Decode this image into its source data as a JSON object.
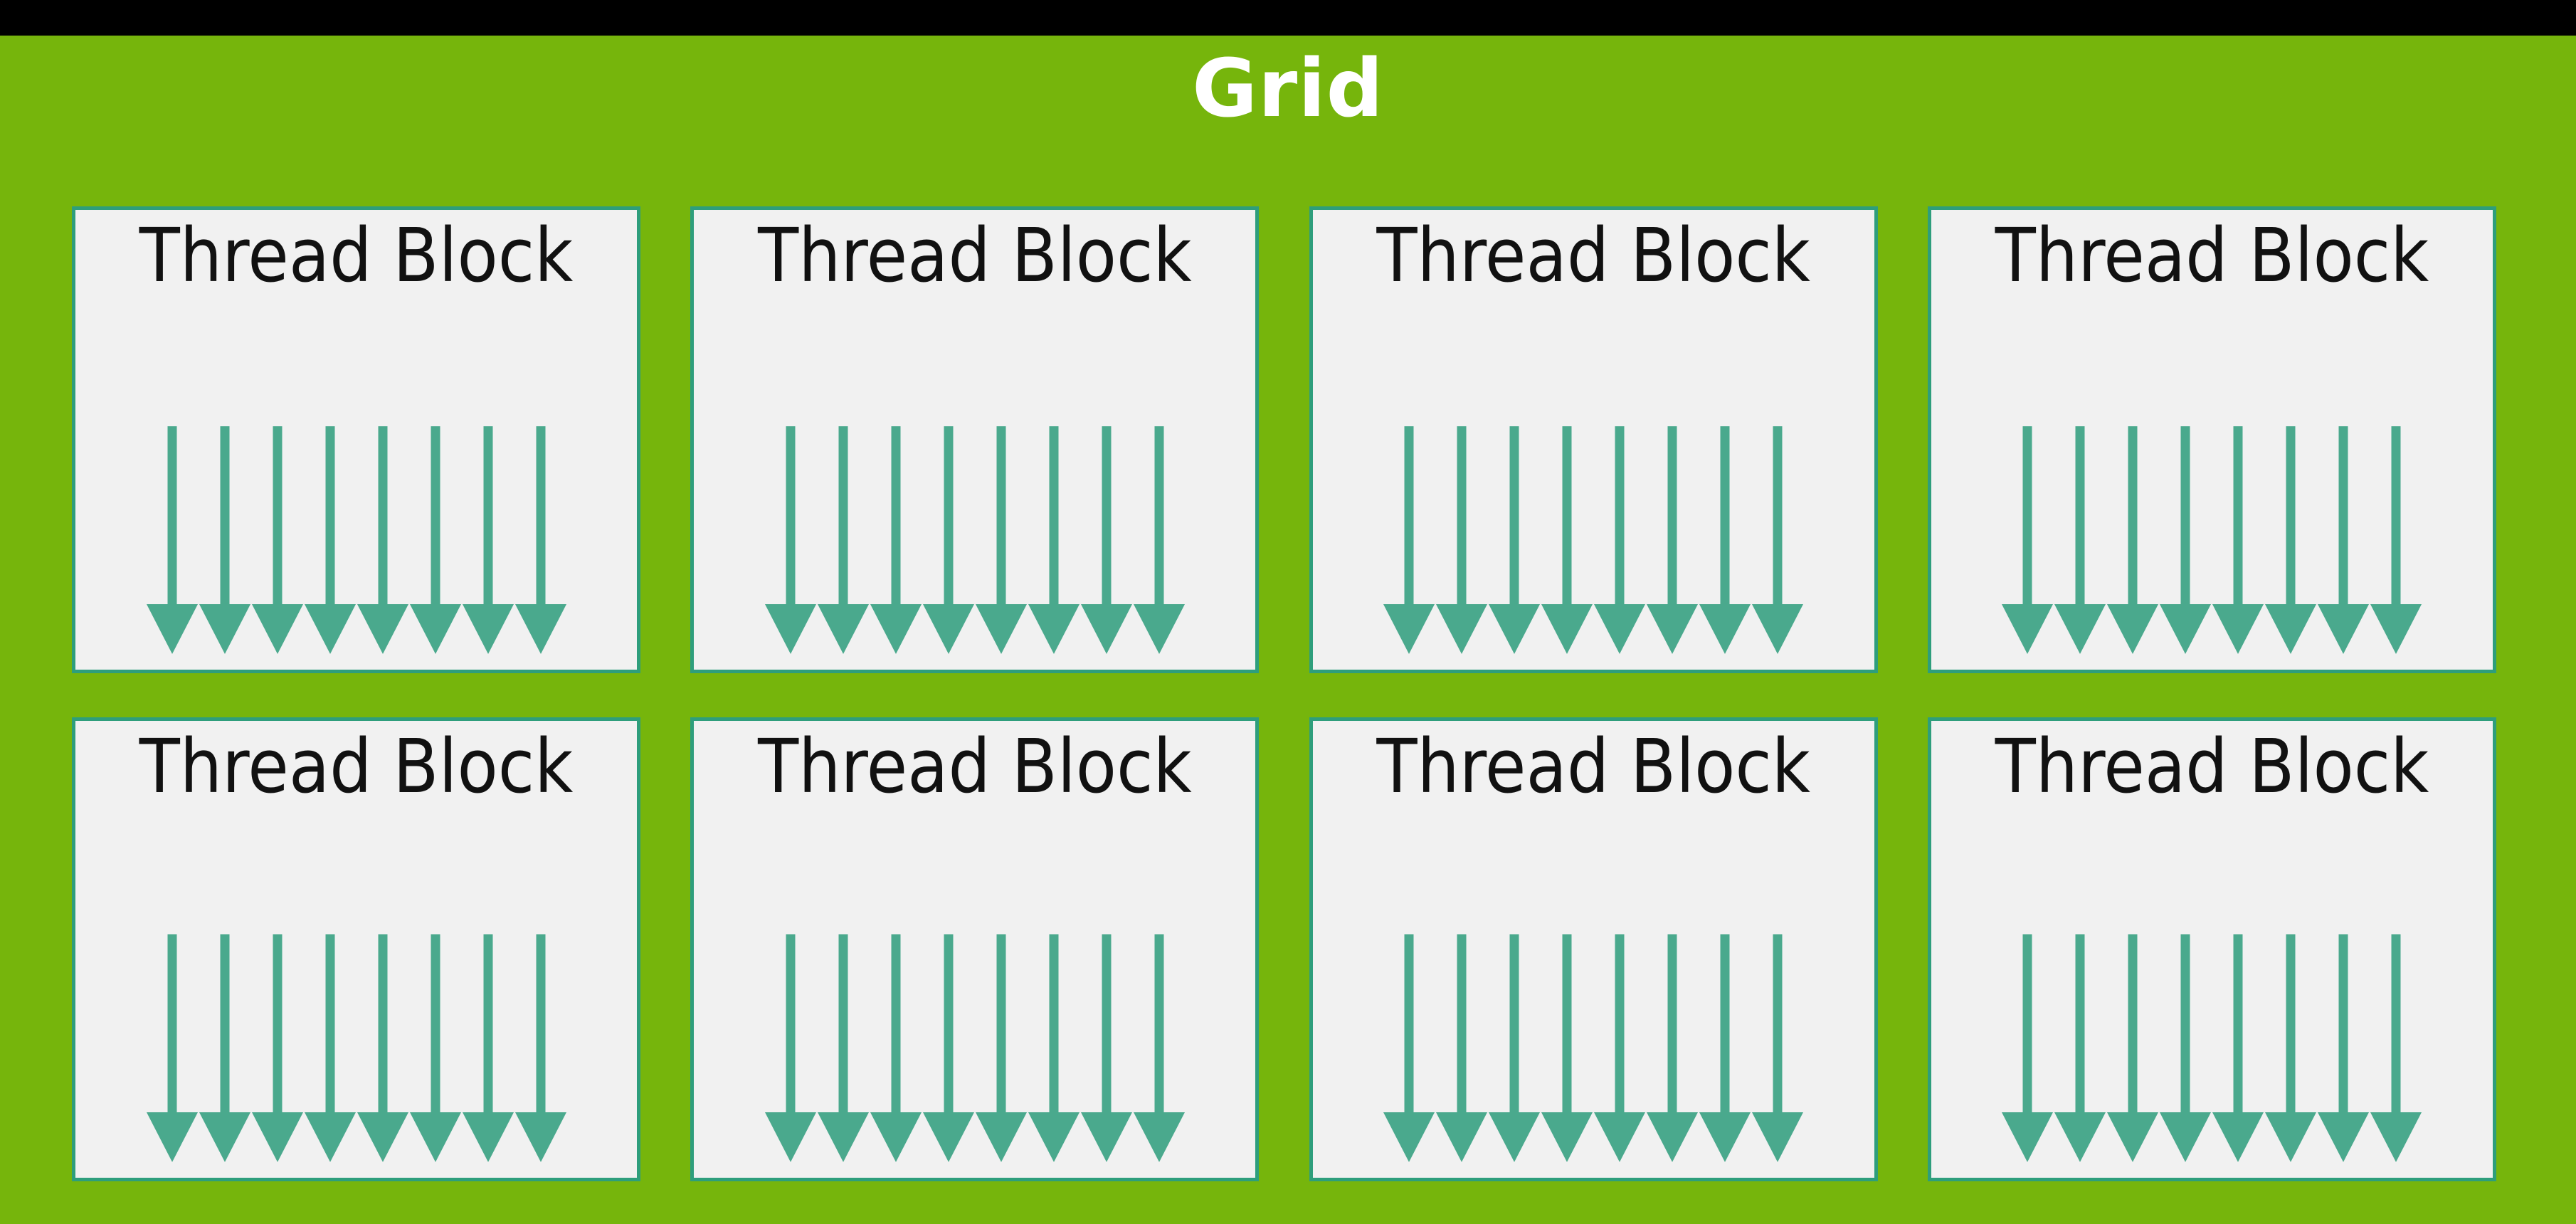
{
  "window": {
    "background_color": "#000000",
    "topbar_color": "#000000"
  },
  "grid": {
    "title": "Grid",
    "panel_color": "#76B50C",
    "title_color": "#FFFFFF",
    "columns": 4,
    "rows": 2,
    "block_count": 8,
    "block_label": "Thread Block",
    "block_fill": "#F1F1F1",
    "block_border": "#2E9E7C",
    "block_label_color": "#111111",
    "blocks": [
      {
        "label": "Thread Block",
        "threads": 8
      },
      {
        "label": "Thread Block",
        "threads": 8
      },
      {
        "label": "Thread Block",
        "threads": 8
      },
      {
        "label": "Thread Block",
        "threads": 8
      },
      {
        "label": "Thread Block",
        "threads": 8
      },
      {
        "label": "Thread Block",
        "threads": 8
      },
      {
        "label": "Thread Block",
        "threads": 8
      },
      {
        "label": "Thread Block",
        "threads": 8
      }
    ]
  },
  "thread_arrow": {
    "icon": "down-arrow-icon",
    "color": "#4AA98D",
    "count_per_block": 8,
    "shaft_width": 13,
    "shaft_length": 250,
    "head_width": 72,
    "head_height": 70,
    "pitch": 74
  }
}
